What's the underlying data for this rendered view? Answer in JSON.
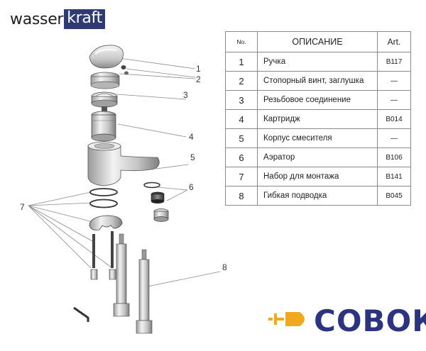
{
  "logo": {
    "part1": "wasser",
    "part2": "kraft"
  },
  "table": {
    "headers": {
      "no": "No.",
      "desc": "ОПИСАНИЕ",
      "art": "Art."
    },
    "rows": [
      {
        "no": "1",
        "desc": "Ручка",
        "art": "B117"
      },
      {
        "no": "2",
        "desc": "Стопорный винт, заглушка",
        "art": "—"
      },
      {
        "no": "3",
        "desc": "Резьбовое соединение",
        "art": "—"
      },
      {
        "no": "4",
        "desc": "Картридж",
        "art": "B014"
      },
      {
        "no": "5",
        "desc": "Корпус смесителя",
        "art": "—"
      },
      {
        "no": "6",
        "desc": "Аэратор",
        "art": "B106"
      },
      {
        "no": "7",
        "desc": "Набор для монтажа",
        "art": "B141"
      },
      {
        "no": "8",
        "desc": "Гибкая подводка",
        "art": "B045"
      }
    ]
  },
  "callouts": [
    "1",
    "2",
    "3",
    "4",
    "5",
    "6",
    "7",
    "8"
  ],
  "brand": {
    "text": "СОВОК",
    "accent_color": "#f0a81e",
    "text_color": "#2c3480"
  }
}
